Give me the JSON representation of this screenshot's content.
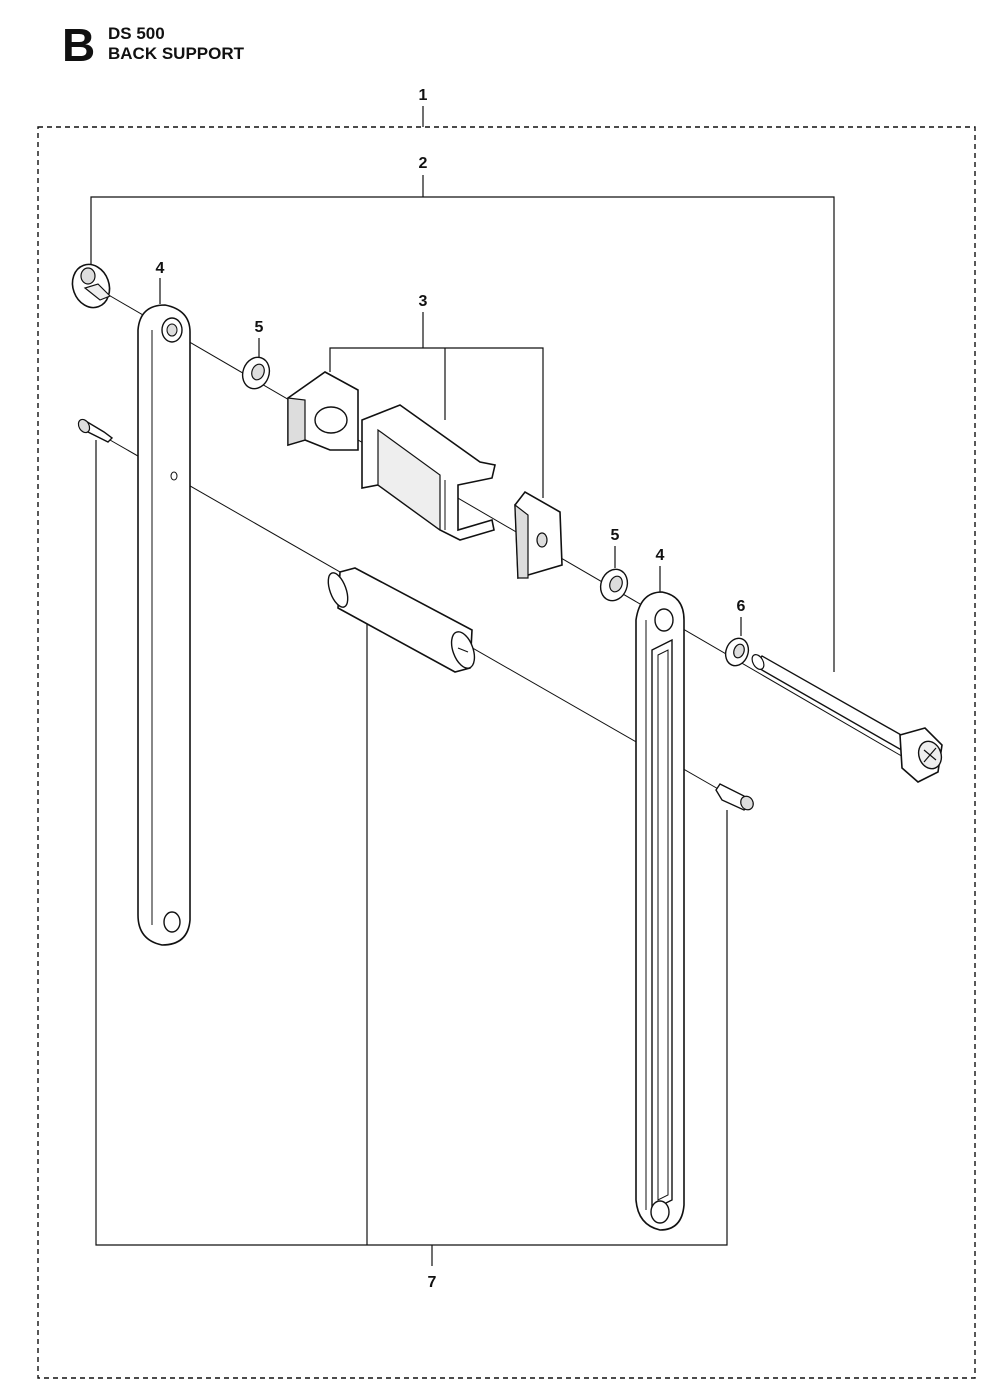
{
  "header": {
    "section_letter": "B",
    "model": "DS 500",
    "title": "BACK SUPPORT"
  },
  "callouts": {
    "c1": "1",
    "c2": "2",
    "c3": "3",
    "c4a": "4",
    "c4b": "4",
    "c5a": "5",
    "c5b": "5",
    "c6": "6",
    "c7": "7"
  },
  "colors": {
    "line": "#111111",
    "fill": "#ffffff",
    "shade": "#d9d9d9"
  }
}
